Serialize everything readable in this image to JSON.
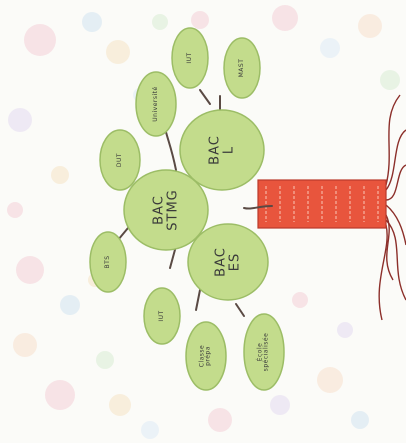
{
  "diagram": {
    "trunk_text": "",
    "nodes": [
      {
        "key": "bac_l",
        "line1": "BAC",
        "line2": "L",
        "size": "big"
      },
      {
        "key": "bac_stmg",
        "line1": "BAC",
        "line2": "STMG",
        "size": "big"
      },
      {
        "key": "bac_es",
        "line1": "BAC",
        "line2": "ES",
        "size": "big"
      },
      {
        "key": "prepa",
        "line1": "Classe",
        "line2": "prépa",
        "size": "sm"
      },
      {
        "key": "ecole",
        "line1": "École",
        "line2": "spécialisée",
        "size": "sm"
      },
      {
        "key": "iut",
        "line1": "IUT",
        "line2": "",
        "size": "sm"
      },
      {
        "key": "bts",
        "line1": "BTS",
        "line2": "",
        "size": "sm"
      },
      {
        "key": "dut",
        "line1": "DUT",
        "line2": "",
        "size": "sm"
      },
      {
        "key": "universite",
        "line1": "Université",
        "line2": "",
        "size": "sm"
      },
      {
        "key": "iut_l",
        "line1": "IUT",
        "line2": "",
        "size": "sm"
      },
      {
        "key": "master",
        "line1": "MAST",
        "line2": "",
        "size": "sm"
      }
    ]
  },
  "colors": {
    "leaf": "#c3dc8c",
    "leaf_stroke": "#9cbd66",
    "trunk": "#e8553d",
    "roots": "#8c2f2a",
    "arrow": "#5a4a44"
  }
}
